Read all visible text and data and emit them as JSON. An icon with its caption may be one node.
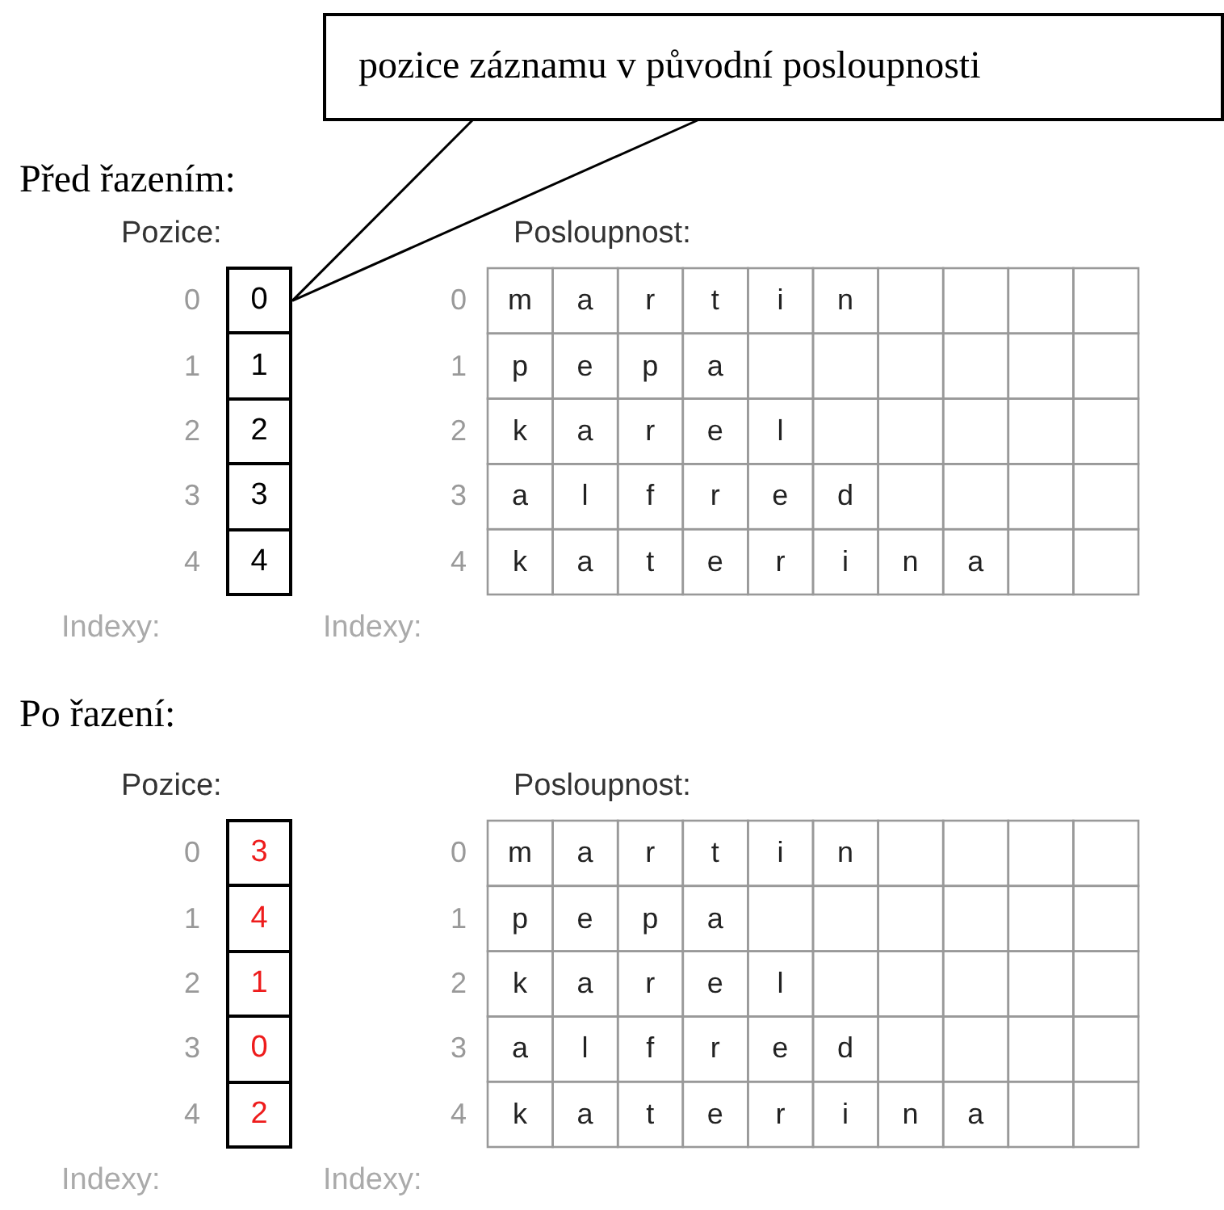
{
  "diagram": {
    "nodes": [
      {
        "text": [
          "pozice záznamu v původní posloupnosti"
        ]
      },
      {
        "text": [
          "0"
        ]
      },
      {
        "text": [
          "1"
        ]
      },
      {
        "text": [
          "2"
        ]
      },
      {
        "text": [
          "3"
        ]
      },
      {
        "text": [
          "4"
        ]
      },
      {
        "text": [
          "3"
        ]
      },
      {
        "text": [
          "4"
        ]
      },
      {
        "text": [
          "1"
        ]
      },
      {
        "text": [
          "0"
        ]
      },
      {
        "text": [
          "2"
        ]
      }
    ],
    "edges": [
      {
        "from": 0,
        "to": 1,
        "arrow": "none"
      }
    ],
    "labels": [
      "Před řazením:",
      "Pozice:",
      "Posloupnost:",
      "0",
      "0",
      "m",
      "a",
      "r",
      "t",
      "i",
      "n",
      "1",
      "1",
      "p",
      "e",
      "p",
      "a",
      "2",
      "2",
      "k",
      "a",
      "r",
      "e",
      "l",
      "3",
      "3",
      "a",
      "l",
      "f",
      "r",
      "e",
      "d",
      "4",
      "4",
      "k",
      "a",
      "t",
      "e",
      "r",
      "i",
      "n",
      "a",
      "Indexy:",
      "Indexy:",
      "Po řazení:",
      "Pozice:",
      "Posloupnost:",
      "0",
      "0",
      "m",
      "a",
      "r",
      "t",
      "i",
      "n",
      "1",
      "1",
      "p",
      "e",
      "p",
      "a",
      "2",
      "2",
      "k",
      "a",
      "r",
      "e",
      "l",
      "3",
      "3",
      "a",
      "l",
      "f",
      "r",
      "e",
      "d",
      "4",
      "4",
      "k",
      "a",
      "t",
      "e",
      "r",
      "i",
      "n",
      "a",
      "Indexy:",
      "Indexy:"
    ]
  }
}
